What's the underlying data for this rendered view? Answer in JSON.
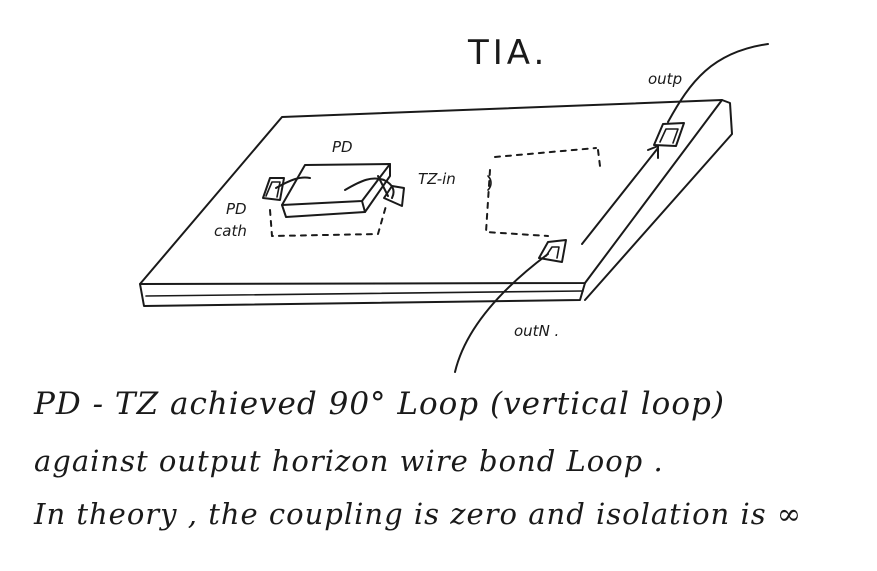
{
  "diagram": {
    "title": "TIA.",
    "labels": {
      "pd": "PD",
      "pd_cath": "PD\ncath",
      "tz_in": "TZ-in",
      "outp": "outp",
      "outn": "outN ."
    }
  },
  "notes": [
    "PD - TZ achieved 90° Loop (vertical loop)",
    "against output horizon wire bond Loop .",
    "In theory , the coupling is zero and isolation is ∞"
  ]
}
